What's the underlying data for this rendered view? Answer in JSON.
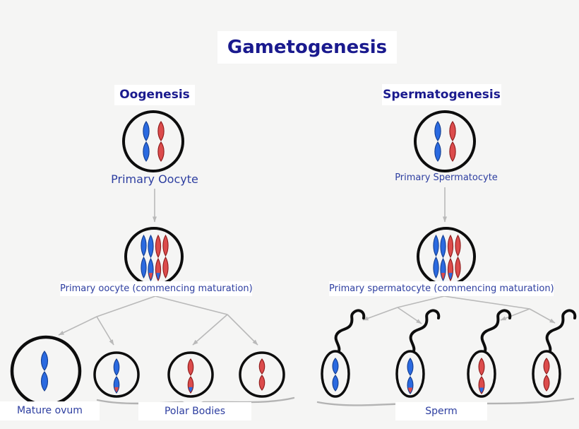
{
  "title": "Gametogenesis",
  "columns": {
    "oogenesis": {
      "heading": "Oogenesis",
      "stage1_label": "Primary Oocyte",
      "stage2_label": "Primary oocyte (commencing maturation)",
      "product_labels": {
        "mature_ovum": "Mature ovum",
        "polar_bodies": "Polar Bodies"
      }
    },
    "spermatogenesis": {
      "heading": "Spermatogenesis",
      "stage1_label": "Primary Spermatocyte",
      "stage2_label": "Primary spermatocyte (commencing maturation)",
      "product_label": "Sperm"
    }
  },
  "colors": {
    "background": "#f5f5f4",
    "heading": "#1a1a8e",
    "label": "#2d3ea0",
    "cell_outline": "#0d0d0d",
    "chromosome_blue": "#2b6ae0",
    "chromosome_blue_stroke": "#123d91",
    "chromosome_red": "#dc4c4c",
    "chromosome_red_stroke": "#8e1b1b",
    "arrow": "#b9b9b9",
    "brace": "#b3b3b3"
  },
  "figures": {
    "oogenesis": {
      "stage1_chromosomes": [
        {
          "body": "blue"
        },
        {
          "body": "red"
        }
      ],
      "stage2_chromosomes": [
        {
          "body": "blue"
        },
        {
          "body": "blue",
          "tip": "red"
        },
        {
          "body": "red",
          "tip": "blue"
        },
        {
          "body": "red"
        }
      ],
      "products": [
        {
          "name": "mature-ovum",
          "chromosomes": [
            {
              "body": "blue"
            }
          ]
        },
        {
          "name": "polar-body",
          "chromosomes": [
            {
              "body": "blue",
              "tip": "red"
            }
          ]
        },
        {
          "name": "polar-body",
          "chromosomes": [
            {
              "body": "red",
              "tip": "blue"
            }
          ]
        },
        {
          "name": "polar-body",
          "chromosomes": [
            {
              "body": "red"
            }
          ]
        }
      ]
    },
    "spermatogenesis": {
      "stage1_chromosomes": [
        {
          "body": "blue"
        },
        {
          "body": "red"
        }
      ],
      "stage2_chromosomes": [
        {
          "body": "blue"
        },
        {
          "body": "blue",
          "tip": "red"
        },
        {
          "body": "red",
          "tip": "blue"
        },
        {
          "body": "red"
        }
      ],
      "products": [
        {
          "name": "sperm",
          "chromosomes": [
            {
              "body": "blue"
            }
          ]
        },
        {
          "name": "sperm",
          "chromosomes": [
            {
              "body": "blue",
              "tip": "red"
            }
          ]
        },
        {
          "name": "sperm",
          "chromosomes": [
            {
              "body": "red",
              "tip": "blue"
            }
          ]
        },
        {
          "name": "sperm",
          "chromosomes": [
            {
              "body": "red"
            }
          ]
        }
      ]
    }
  }
}
